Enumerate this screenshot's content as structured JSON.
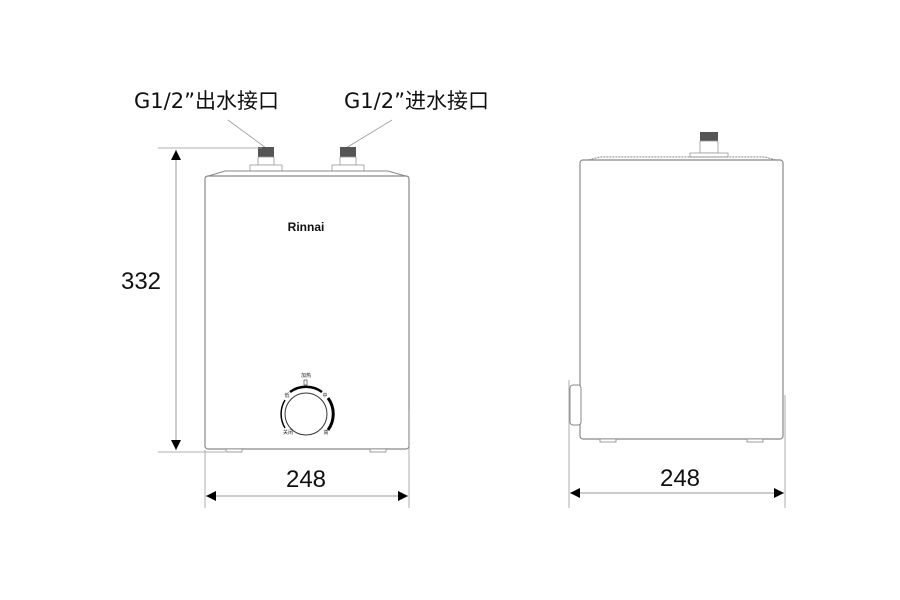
{
  "labels": {
    "outlet": "G1/2”出水接口",
    "inlet": "G1/2”进水接口",
    "brand": "Rinnai"
  },
  "dimensions": {
    "height": "332",
    "front_width": "248",
    "side_width": "248"
  },
  "dial": {
    "top": "加热",
    "left": "低",
    "right": "中",
    "bottom_right": "高",
    "bottom_left": "关闭"
  }
}
